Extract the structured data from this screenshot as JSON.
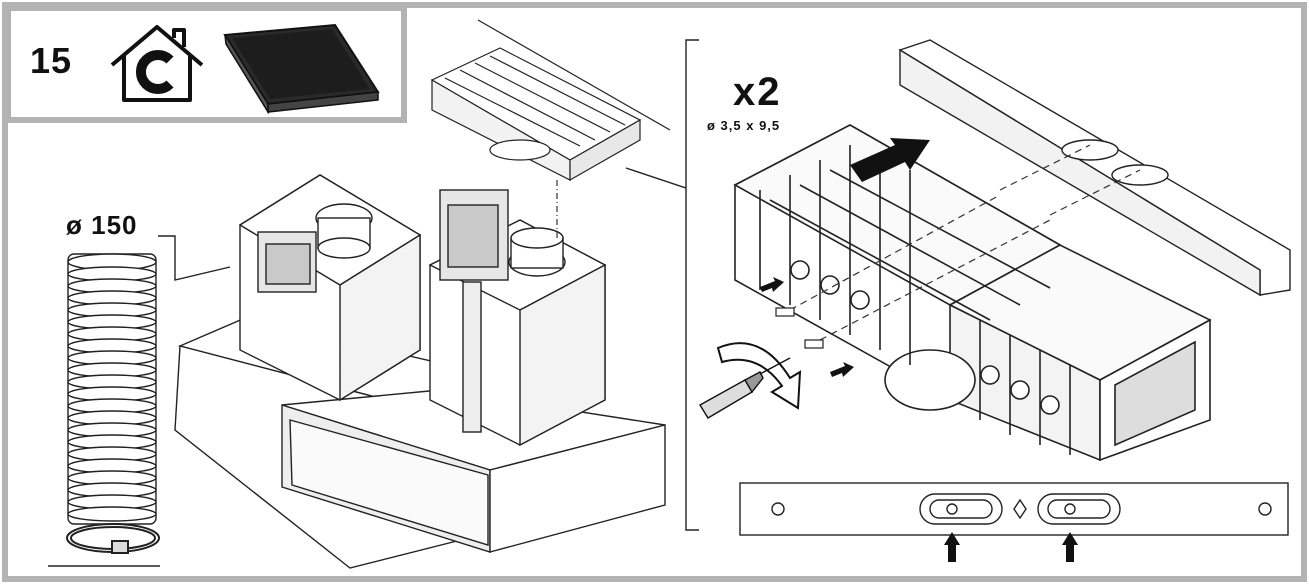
{
  "step_number": "15",
  "quantity_label": "x2",
  "screw_spec": "ø 3,5 x 9,5",
  "duct_diameter_label": "ø 150",
  "icons": {
    "recirculation": "house-recirculation-icon",
    "filter": "carbon-filter-icon"
  },
  "colors": {
    "frame": "#b3b3b3",
    "line": "#1a1a1a",
    "arrow": "#111111"
  }
}
